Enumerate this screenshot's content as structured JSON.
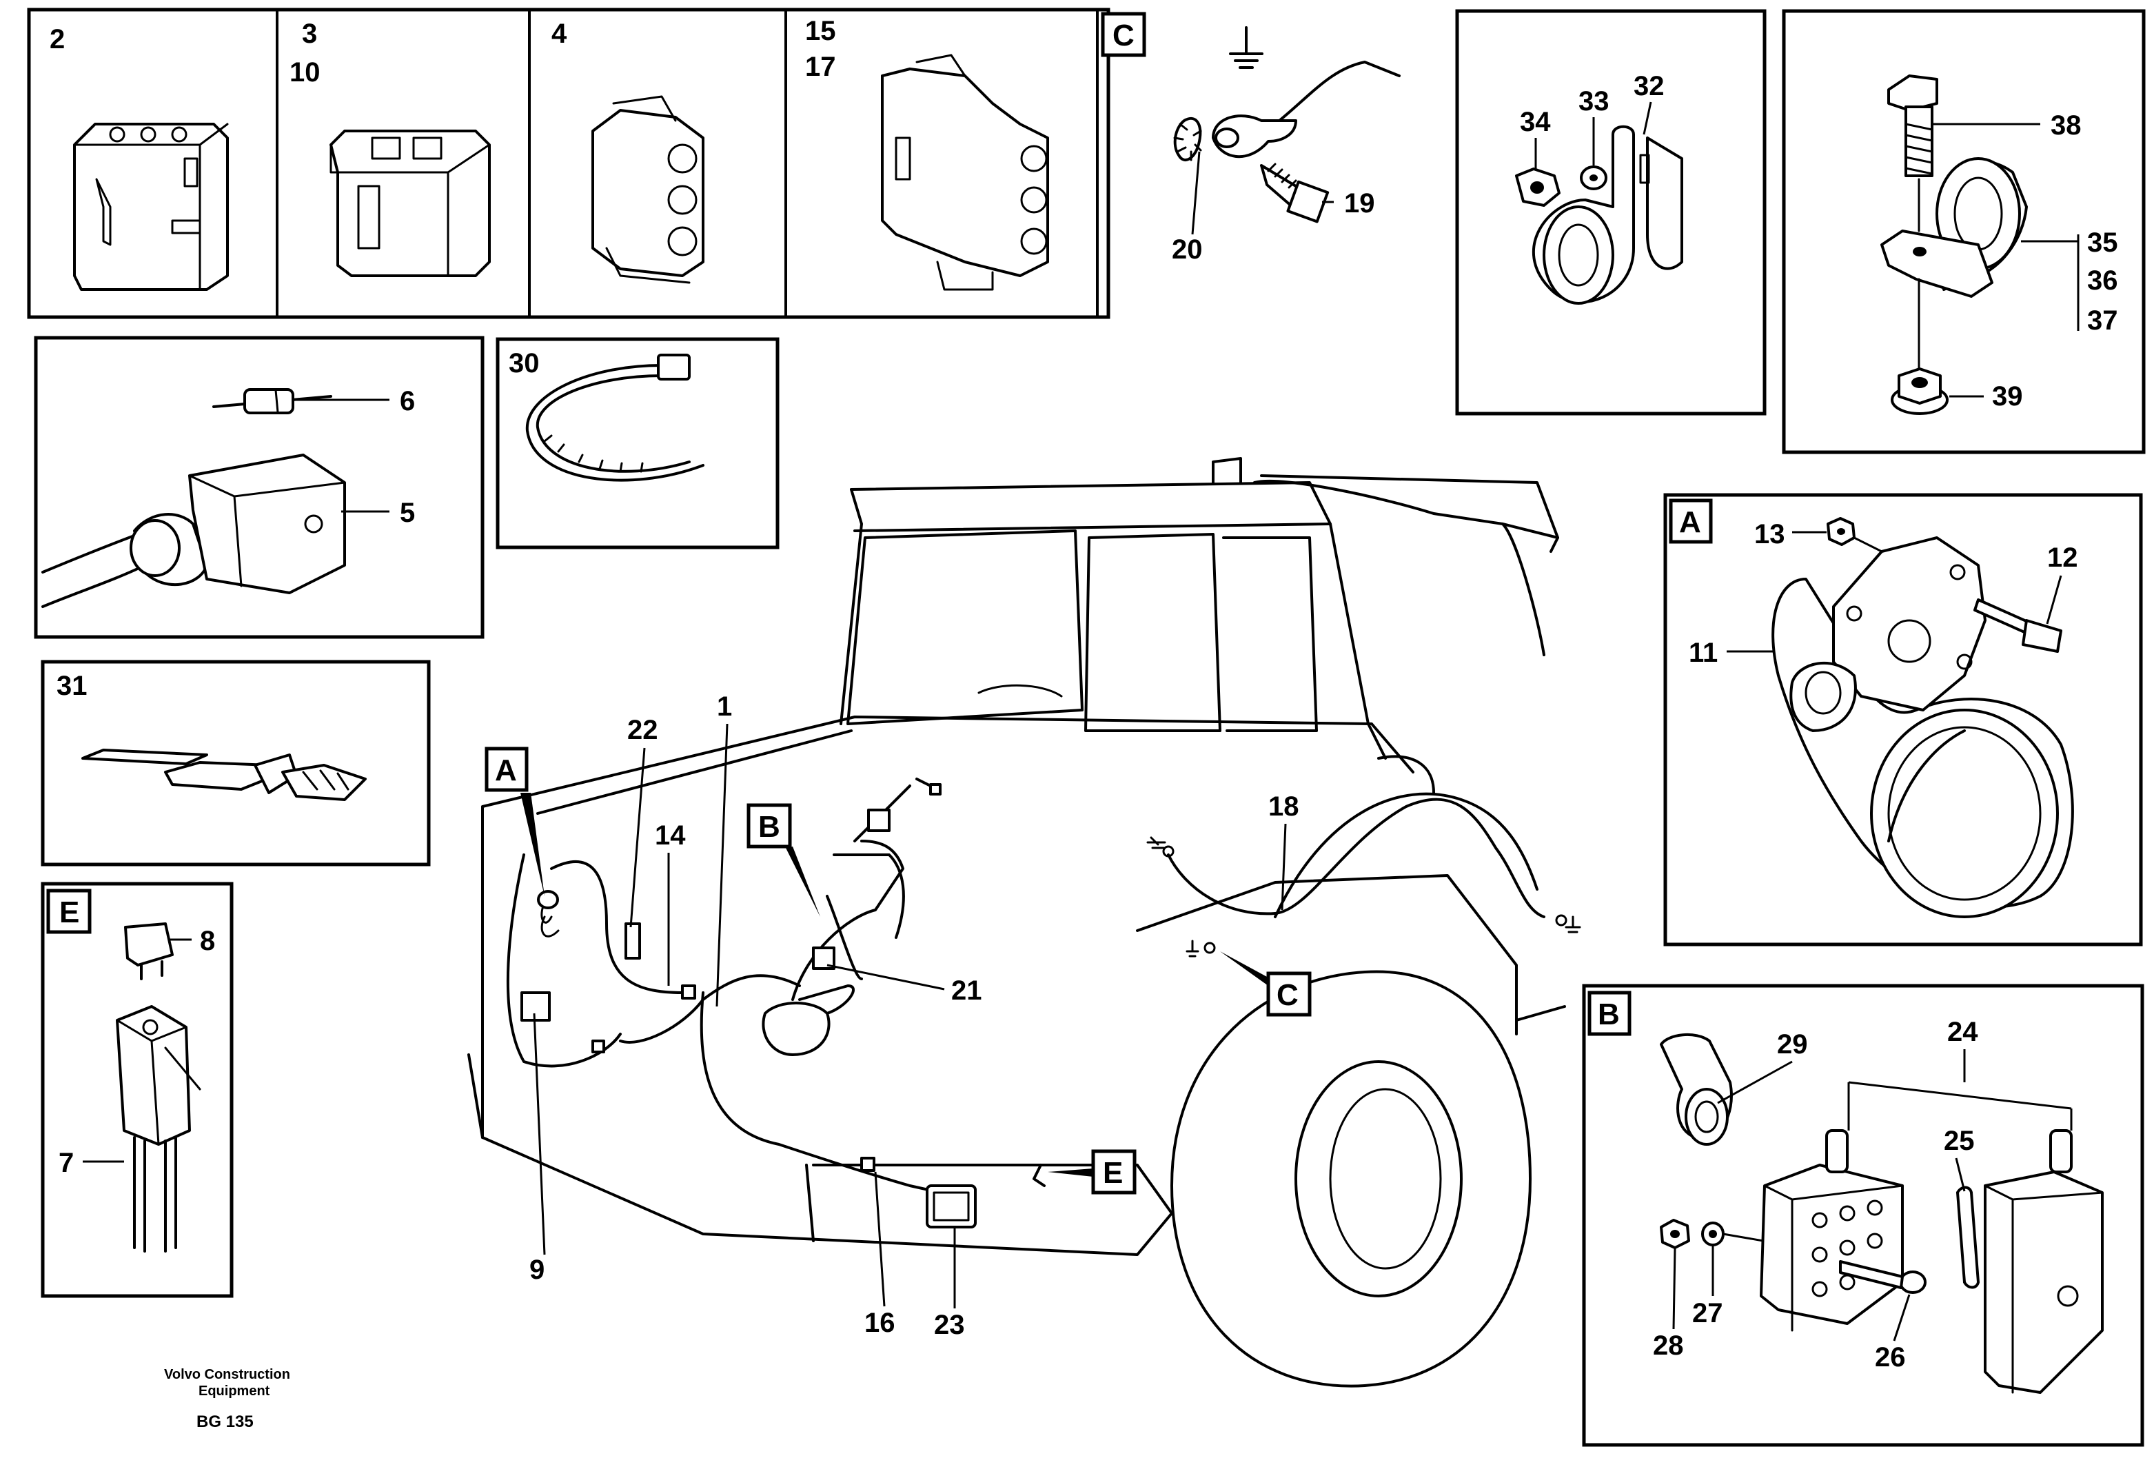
{
  "callouts": {
    "n1": "1",
    "n2": "2",
    "n3": "3",
    "n4": "4",
    "n5": "5",
    "n6": "6",
    "n7": "7",
    "n8": "8",
    "n9": "9",
    "n10": "10",
    "n11": "11",
    "n12": "12",
    "n13": "13",
    "n14": "14",
    "n15": "15",
    "n16": "16",
    "n17": "17",
    "n18": "18",
    "n19": "19",
    "n20": "20",
    "n21": "21",
    "n22": "22",
    "n23": "23",
    "n24": "24",
    "n25": "25",
    "n26": "26",
    "n27": "27",
    "n28": "28",
    "n29": "29",
    "n30": "30",
    "n31": "31",
    "n32": "32",
    "n33": "33",
    "n34": "34",
    "n35": "35",
    "n36": "36",
    "n37": "37",
    "n38": "38",
    "n39": "39"
  },
  "detail_tags": {
    "a": "A",
    "b": "B",
    "c": "C",
    "e": "E"
  },
  "footer": {
    "brand_line1": "Volvo Construction",
    "brand_line2": "Equipment",
    "code": "BG 135"
  }
}
